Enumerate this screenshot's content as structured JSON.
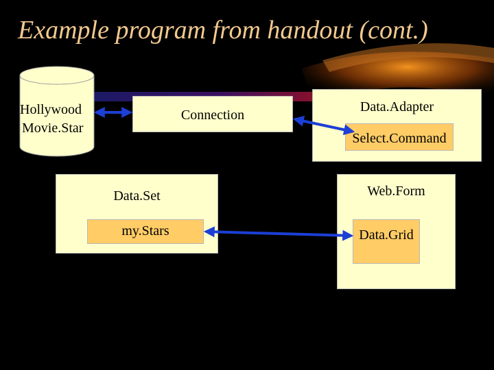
{
  "slide": {
    "title": "Example program from handout (cont.)"
  },
  "nodes": {
    "database": {
      "line1": "Hollywood",
      "line2": "Movie.Star"
    },
    "connection": {
      "label": "Connection"
    },
    "data_adapter": {
      "label": "Data.Adapter",
      "command": "Select.Command"
    },
    "data_set": {
      "label": "Data.Set",
      "table": "my.Stars"
    },
    "web_form": {
      "label": "Web.Form",
      "grid": "Data.Grid"
    }
  },
  "colors": {
    "background": "#000000",
    "title": "#f2c98f",
    "box_fill": "#ffffcc",
    "inner_fill": "#ffcc66",
    "arrow": "#1c3fd6"
  }
}
